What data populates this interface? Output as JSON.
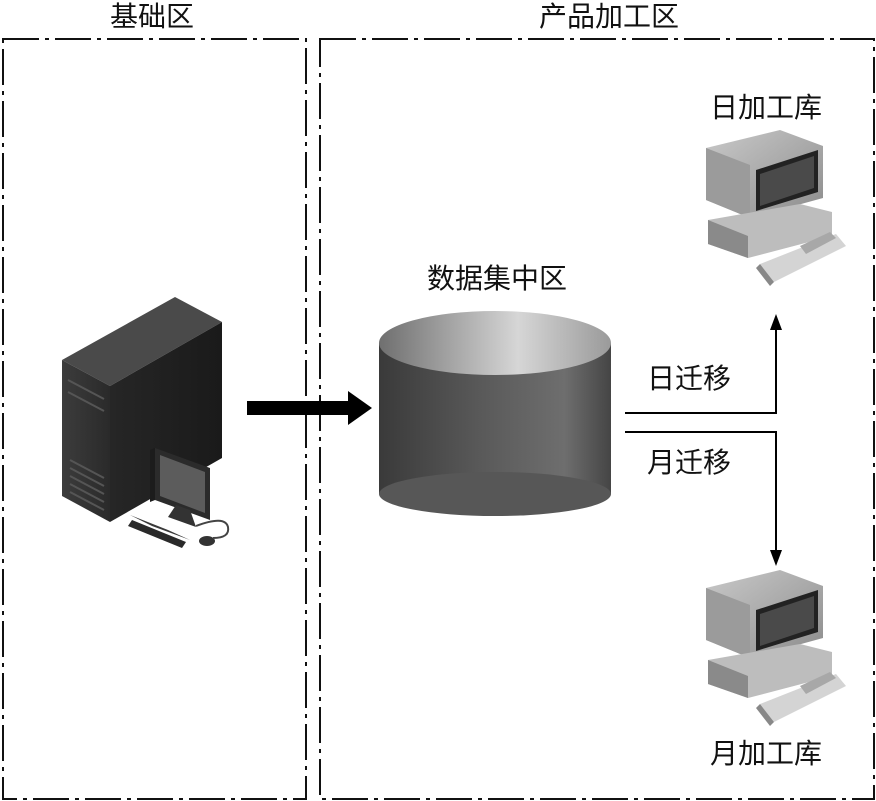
{
  "zones": {
    "base": "基础区",
    "product": "产品加工区"
  },
  "nodes": {
    "data_center": "数据集中区",
    "daily_store": "日加工库",
    "monthly_store": "月加工库"
  },
  "edges": {
    "daily_migration": "日迁移",
    "monthly_migration": "月迁移"
  },
  "icons": {
    "server": "server-workstation-icon",
    "database": "database-cylinder-icon",
    "terminal": "desktop-computer-icon"
  }
}
